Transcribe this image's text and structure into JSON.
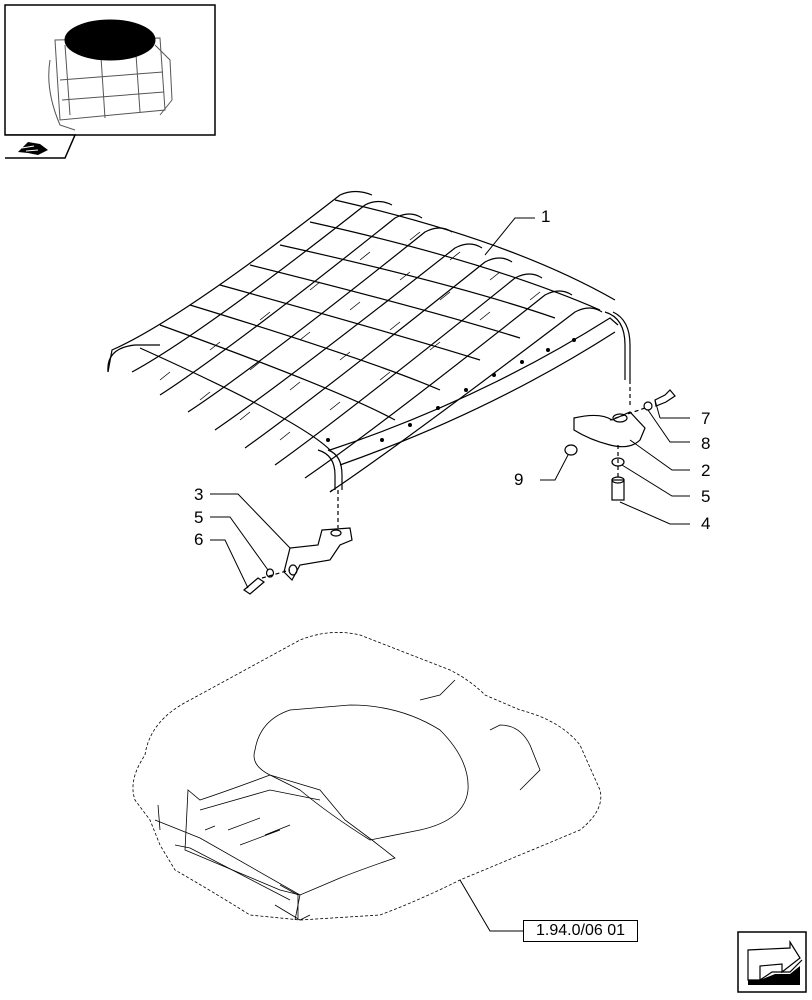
{
  "diagram": {
    "callouts": [
      "1",
      "2",
      "3",
      "4",
      "5",
      "5",
      "6",
      "7",
      "8",
      "9"
    ],
    "reference_link": "1.94.0/06 01"
  },
  "colors": {
    "ink": "#000000",
    "paper": "#ffffff"
  },
  "icons": {
    "thumbnail": "cab-overview-thumbnail",
    "thumbnail_tab": "hand-pointer-icon",
    "nav": "next-page-arrow-icon"
  }
}
